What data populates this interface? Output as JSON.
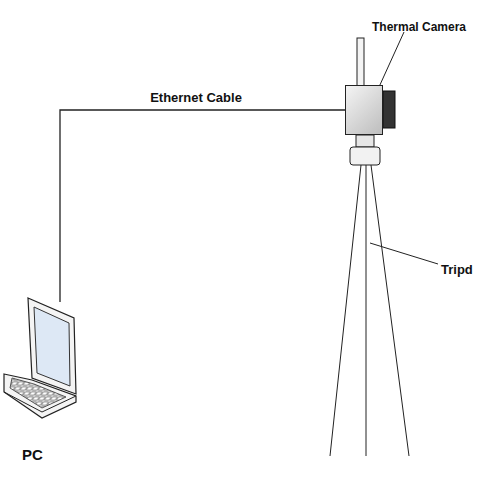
{
  "diagram": {
    "nodes": [
      {
        "text": [
          "PC"
        ]
      },
      {
        "text": [
          "Thermal Camera"
        ]
      }
    ],
    "edges": [
      {
        "from": 0,
        "to": 1,
        "label": "Ethernet Cable",
        "arrow": "none"
      }
    ],
    "labels": [
      "Tripd"
    ]
  }
}
